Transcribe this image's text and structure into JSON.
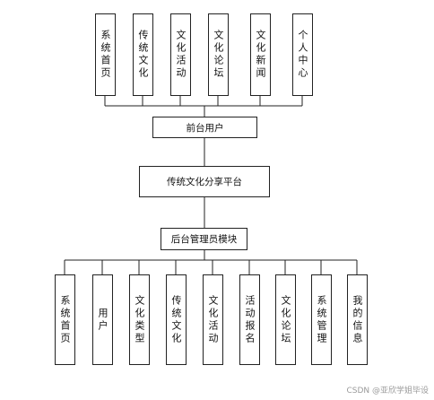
{
  "top_modules": [
    "系统首页",
    "传统文化",
    "文化活动",
    "文化论坛",
    "文化新闻",
    "个人中心"
  ],
  "front_user": "前台用户",
  "platform": "传统文化分享平台",
  "backend": "后台管理员模块",
  "bottom_modules": [
    "系统首页",
    "用户",
    "文化类型",
    "传统文化",
    "文化活动",
    "活动报名",
    "文化论坛",
    "系统管理",
    "我的信息"
  ],
  "watermark": "CSDN @亚欣学姐毕设"
}
